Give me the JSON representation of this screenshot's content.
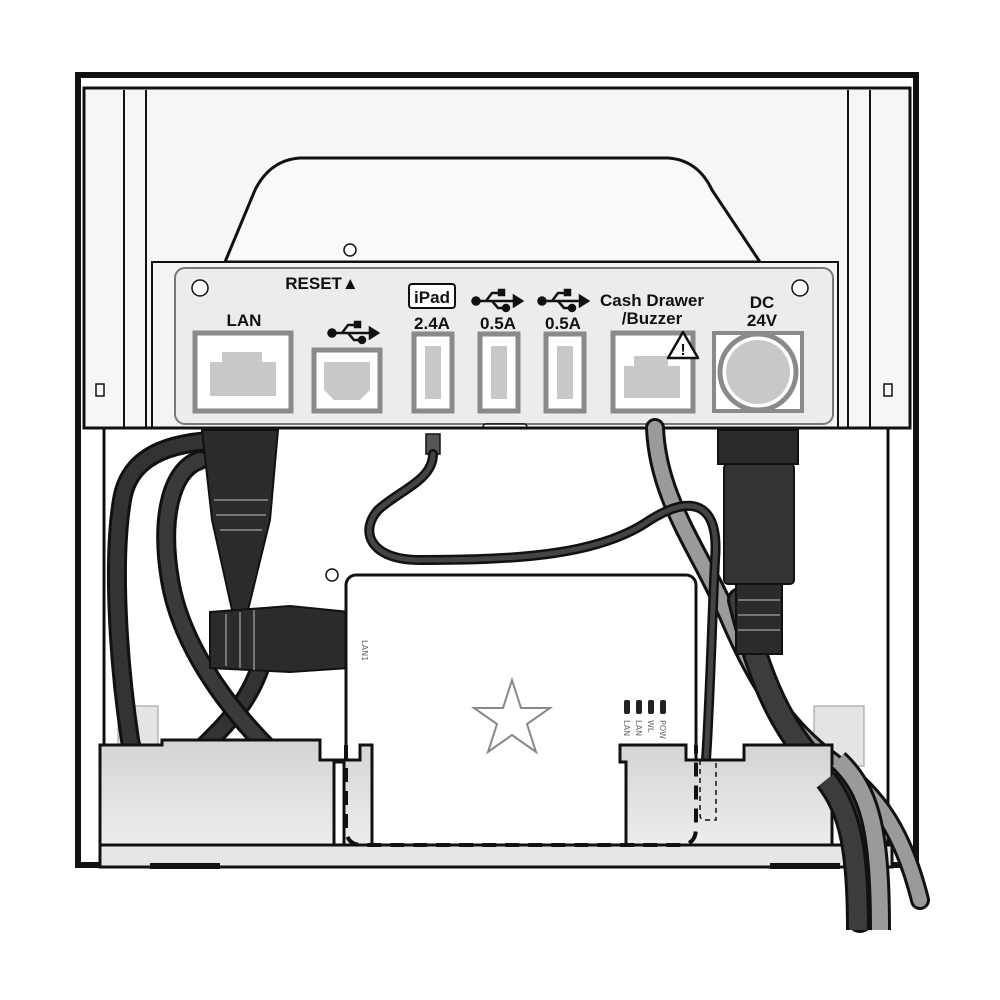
{
  "panel": {
    "reset_label": "RESET▲",
    "lan_label": "LAN",
    "ipad_label": "iPad",
    "ipad_current": "2.4A",
    "usb1_current": "0.5A",
    "usb2_current": "0.5A",
    "cash_drawer_line1": "Cash Drawer",
    "cash_drawer_line2": "/Buzzer",
    "dc_line1": "DC",
    "dc_line2": "24V",
    "warning_symbol": "!"
  },
  "hub": {
    "lan_label": "LAN1",
    "indicator_labels": [
      "LAN",
      "LAN",
      "WL",
      "POW"
    ]
  },
  "colors": {
    "outline": "#111111",
    "panel": "#eeeeee",
    "port_fill": "#c8c8c8",
    "cable_dark": "#2b2b2b",
    "cable_grey": "#9a9a9a",
    "tray": "#cfcfcf"
  }
}
